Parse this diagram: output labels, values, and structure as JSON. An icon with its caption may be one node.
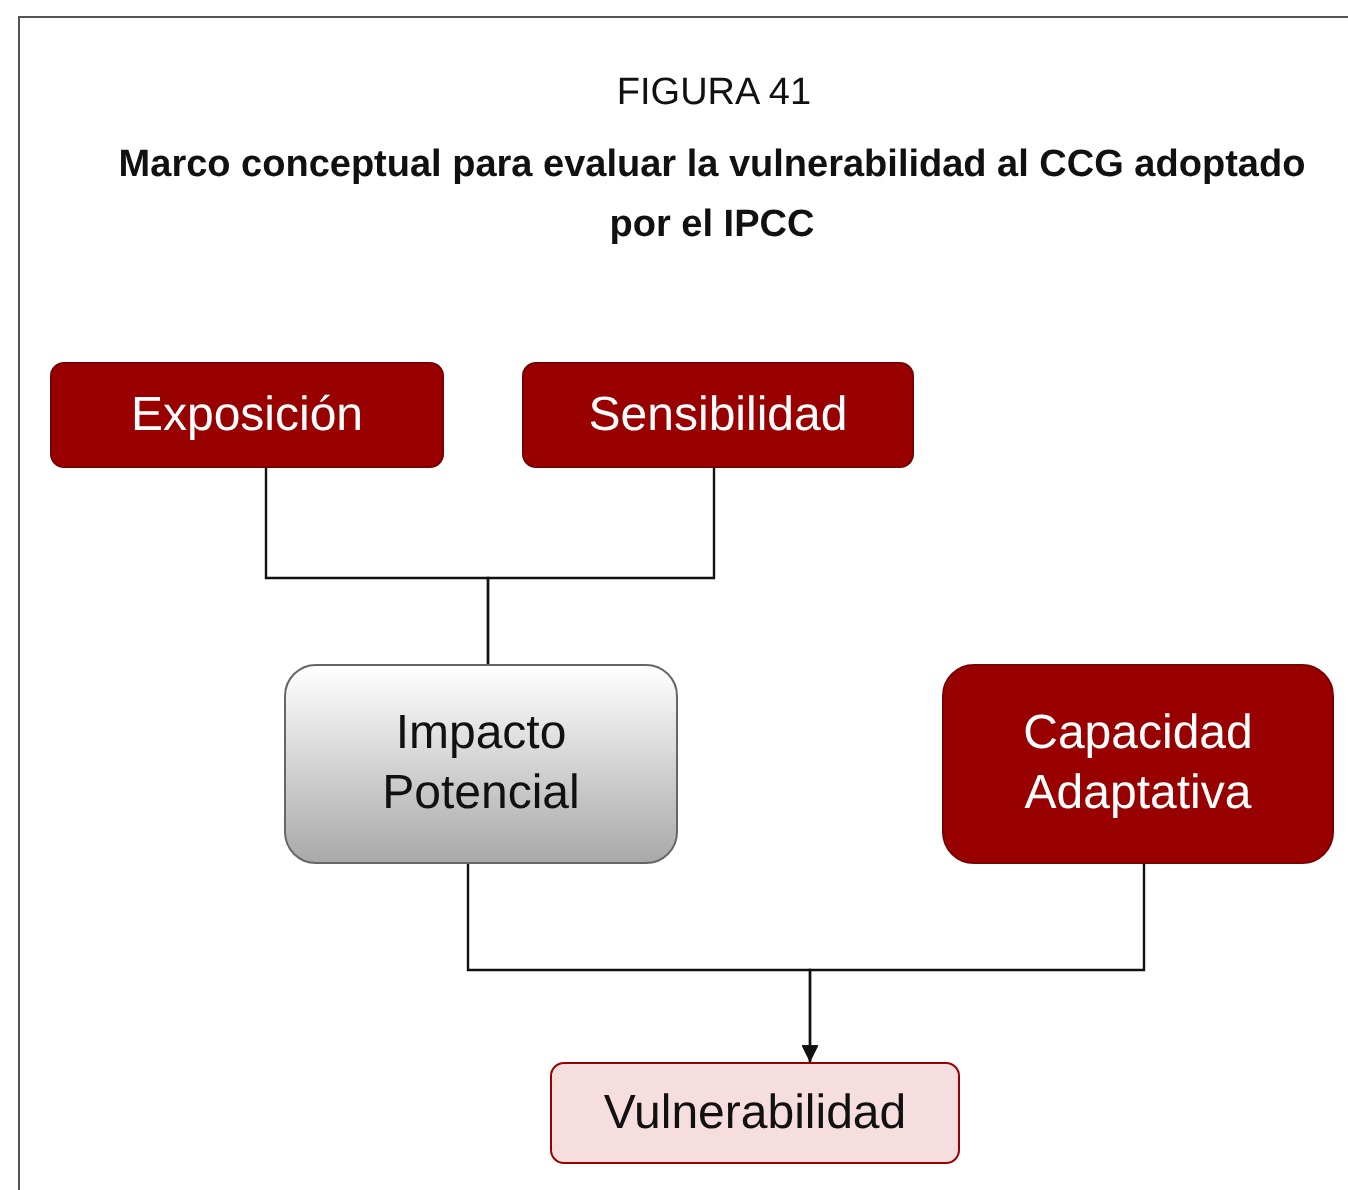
{
  "diagram": {
    "title": "Marco conceptual para evaluar la vulnerabilidad al CCG adoptado por el IPCC",
    "labels": [
      "FIGURA 41"
    ],
    "nodes": [
      {
        "text": [
          "Exposición"
        ]
      },
      {
        "text": [
          "Sensibilidad"
        ]
      },
      {
        "text": [
          "Impacto Potencial"
        ]
      },
      {
        "text": [
          "Capacidad Adaptativa"
        ]
      },
      {
        "text": [
          "Vulnerabilidad"
        ]
      }
    ],
    "edges": [
      {
        "from": 0,
        "to": 2,
        "arrow": "none"
      },
      {
        "from": 1,
        "to": 2,
        "arrow": "none"
      },
      {
        "from": 2,
        "to": 4,
        "arrow": "to"
      },
      {
        "from": 3,
        "to": 4,
        "arrow": "to"
      }
    ]
  }
}
